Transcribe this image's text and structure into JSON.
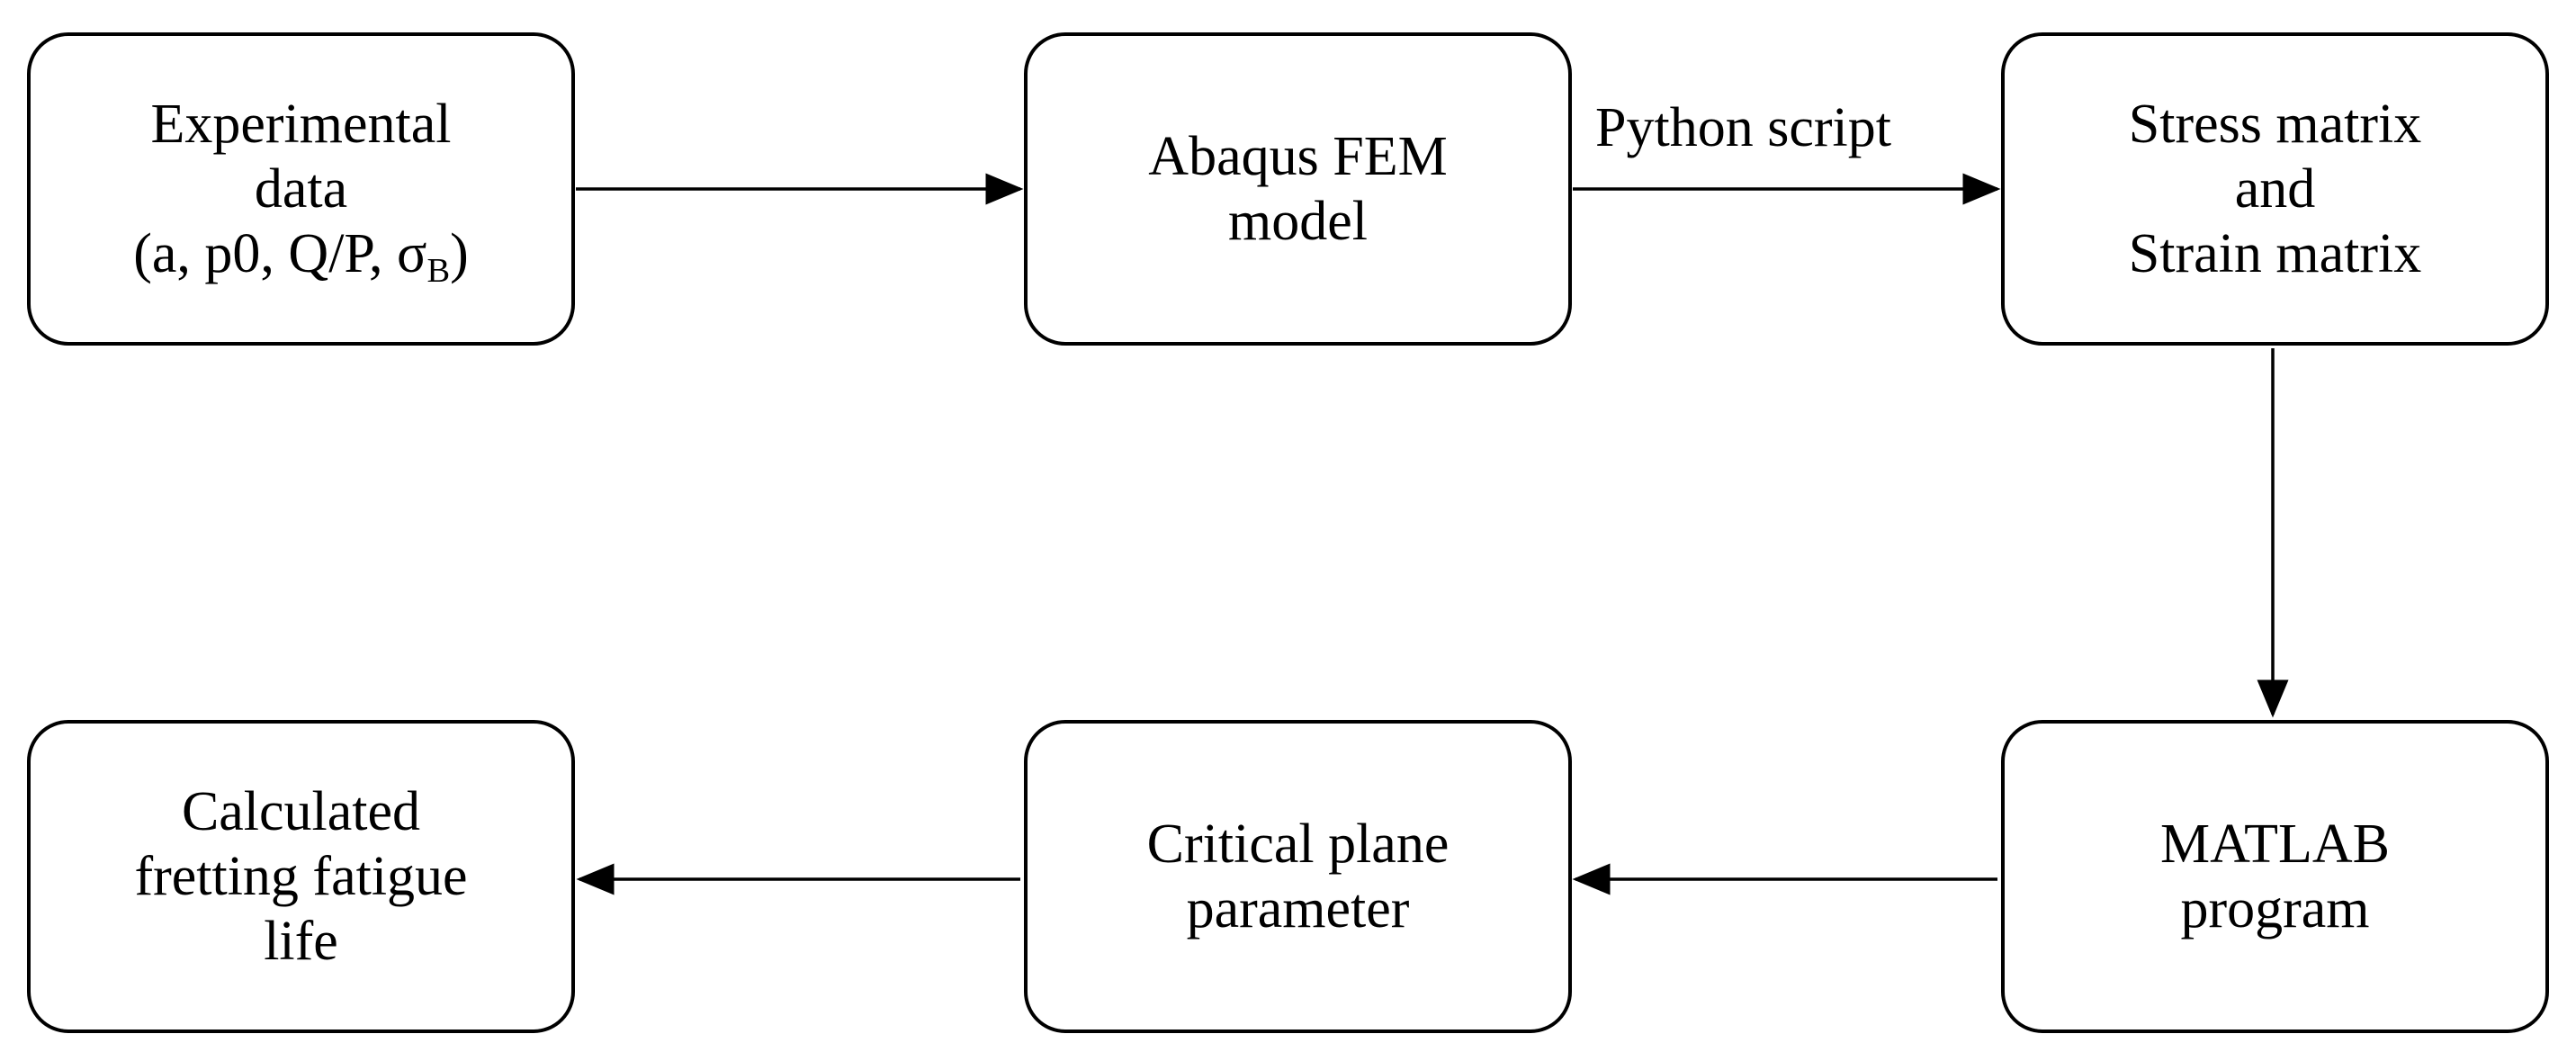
{
  "nodes": {
    "experimental": {
      "line1": "Experimental",
      "line2": "data",
      "line3": "(a, p0, Q/P, σ",
      "line3_sub": "B",
      "line3_end": ")"
    },
    "abaqus": {
      "line1": "Abaqus FEM",
      "line2": "model"
    },
    "stress": {
      "line1": "Stress matrix",
      "line2": "and",
      "line3": "Strain matrix"
    },
    "matlab": {
      "line1": "MATLAB",
      "line2": "program"
    },
    "critical": {
      "line1": "Critical plane",
      "line2": "parameter"
    },
    "calculated": {
      "line1": "Calculated",
      "line2": "fretting fatigue",
      "line3": "life"
    }
  },
  "edges": {
    "abaqus_to_stress_label": "Python script"
  },
  "colors": {
    "stroke": "#000000",
    "background": "#ffffff"
  }
}
